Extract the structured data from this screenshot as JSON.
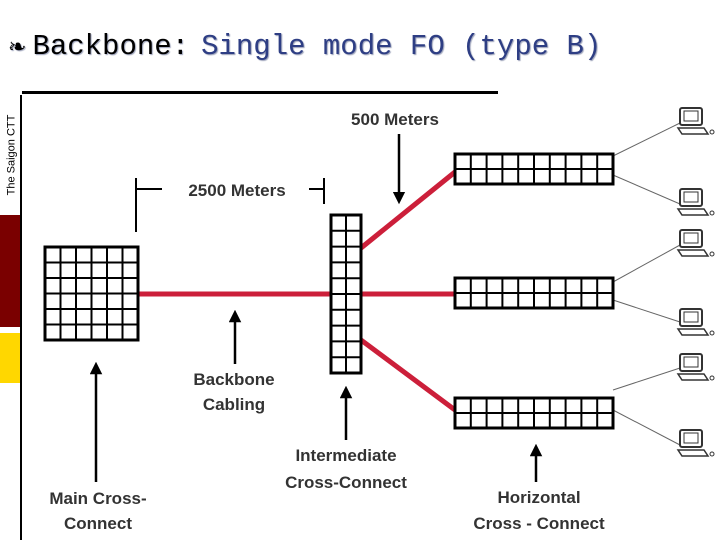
{
  "slide": {
    "title_part1": "Backbone:",
    "title_part2": "Single mode FO (type B)",
    "side_brand": "The Saigon CTT",
    "accent_colors": {
      "dark_red": "#7a0000",
      "yellow": "#ffd700",
      "title_blue": "#2e3e84",
      "cable_red": "#cc1f3a"
    }
  },
  "diagram": {
    "labels": {
      "distance_top": "500 Meters",
      "distance_main": "2500 Meters",
      "backbone_line1": "Backbone",
      "backbone_line2": "Cabling",
      "intermediate_line1": "Intermediate",
      "intermediate_line2": "Cross-Connect",
      "main_line1": "Main Cross-",
      "main_line2": "Connect",
      "horizontal_line1": "Horizontal",
      "horizontal_line2": "Cross - Connect"
    }
  }
}
